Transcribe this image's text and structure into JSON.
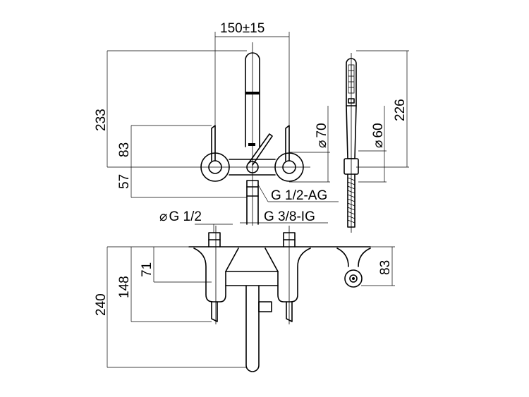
{
  "dimensions": {
    "top_width": "150±15",
    "height_total_top": "233",
    "height_83_left": "83",
    "height_57": "57",
    "dia_70": "70",
    "dia_60": "60",
    "height_226": "226",
    "thread_ag": "G 1/2-AG",
    "thread_ig": "G 3/8-IG",
    "thread_g12": "G 1/2",
    "height_240": "240",
    "height_148": "148",
    "height_71": "71",
    "height_83_right": "83"
  },
  "symbols": {
    "diameter": "⌀"
  }
}
